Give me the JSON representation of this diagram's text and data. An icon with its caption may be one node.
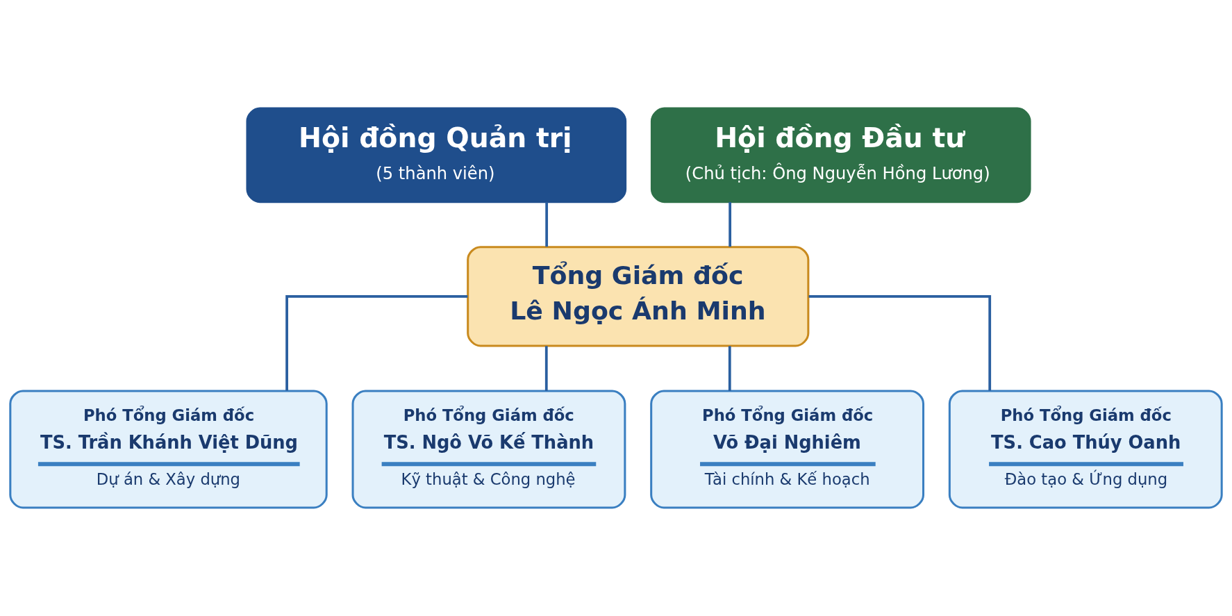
{
  "diagram": {
    "nodes": [
      {
        "text": [
          "Hội đồng Quản trị",
          "(5 thành viên)"
        ]
      },
      {
        "text": [
          "Hội đồng Đầu tư",
          "(Chủ tịch: Ông Nguyễn Hồng Lương)"
        ]
      },
      {
        "text": [
          "Tổng Giám đốc",
          "Lê Ngọc Ánh Minh"
        ]
      },
      {
        "text": [
          "Phó Tổng Giám đốc",
          "TS. Trần Khánh Việt Dũng",
          "Dự án & Xây dựng"
        ]
      },
      {
        "text": [
          "Phó Tổng Giám đốc",
          "TS. Ngô Võ Kế Thành",
          "Kỹ thuật & Công nghệ"
        ]
      },
      {
        "text": [
          "Phó Tổng Giám đốc",
          "Võ Đại Nghiêm",
          "Tài chính & Kế hoạch"
        ]
      },
      {
        "text": [
          "Phó Tổng Giám đốc",
          "TS. Cao Thúy Oanh",
          "Đào tạo & Ứng dụng"
        ]
      }
    ],
    "edges": [
      {
        "from": 0,
        "to": 2,
        "arrow": "none"
      },
      {
        "from": 1,
        "to": 2,
        "arrow": "none"
      },
      {
        "from": 2,
        "to": 3,
        "arrow": "none"
      },
      {
        "from": 2,
        "to": 4,
        "arrow": "none"
      },
      {
        "from": 2,
        "to": 5,
        "arrow": "none"
      },
      {
        "from": 2,
        "to": 6,
        "arrow": "none"
      }
    ]
  }
}
